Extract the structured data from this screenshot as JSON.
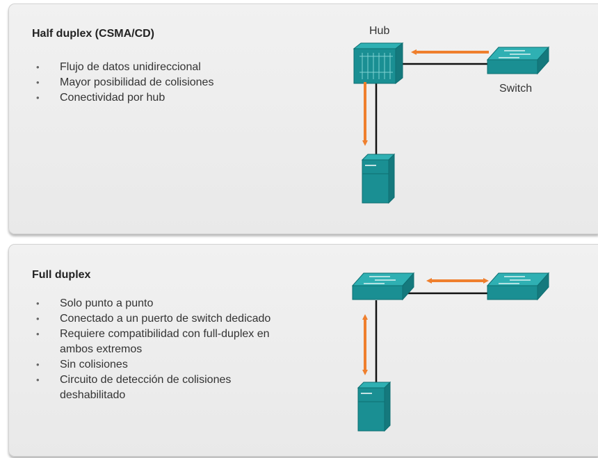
{
  "half_duplex": {
    "title": "Half duplex (CSMA/CD)",
    "bullets": [
      "Flujo de datos unidireccional",
      "Mayor posibilidad de colisiones",
      "Conectividad por hub"
    ],
    "hub_label": "Hub",
    "switch_label": "Switch"
  },
  "full_duplex": {
    "title": "Full duplex",
    "bullets": [
      "Solo punto a punto",
      "Conectado a un puerto de switch dedicado",
      "Requiere compatibilidad con full-duplex en ambos extremos",
      "Sin colisiones",
      "Circuito de detección de colisiones deshabilitado"
    ]
  },
  "colors": {
    "device_teal": "#1a8f93",
    "device_top": "#2fb0b3",
    "arrow_orange": "#ef7f2d",
    "link_black": "#111111",
    "panel_bg": "#efefef"
  }
}
